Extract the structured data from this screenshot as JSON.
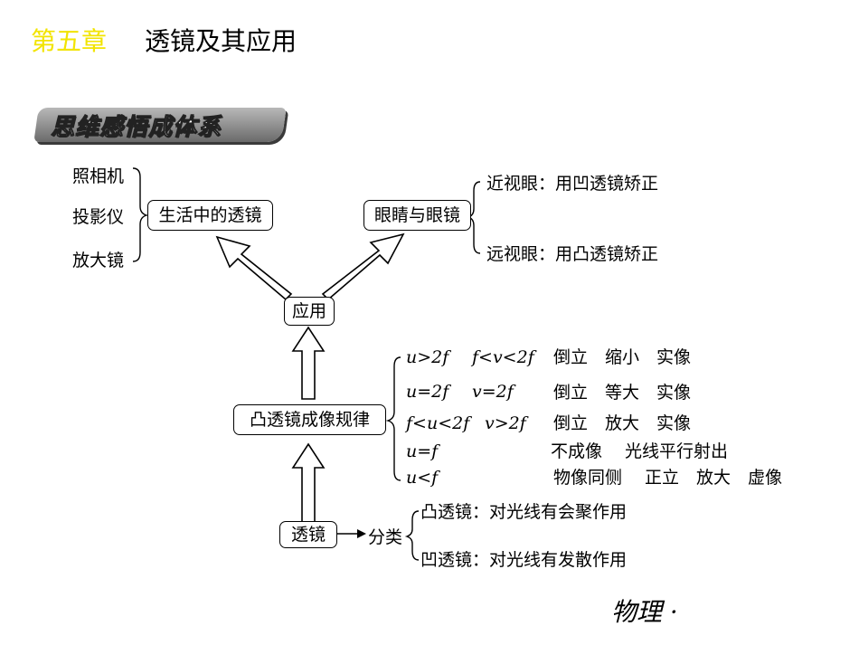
{
  "header": {
    "chapter": "第五章",
    "title": "透镜及其应用"
  },
  "banner": "思维感悟成体系",
  "left_examples": [
    "照相机",
    "投影仪",
    "放大镜"
  ],
  "boxes": {
    "life_lens": "生活中的透镜",
    "eye_glasses": "眼睛与眼镜",
    "application": "应用",
    "convex_rule": "凸透镜成像规律",
    "lens": "透镜"
  },
  "eye_items": [
    "近视眼：用凹透镜矫正",
    "远视眼：用凸透镜矫正"
  ],
  "rules": [
    {
      "cond1": "u>2f",
      "cond2": "f<v<2f",
      "result": "倒立　缩小　实像"
    },
    {
      "cond1": "u=2f",
      "cond2": "v=2f",
      "result": "倒立　等大　实像"
    },
    {
      "cond1": "f<u<2f",
      "cond2": "v>2f",
      "result": "倒立　放大　实像"
    },
    {
      "cond1": "u=f",
      "cond2": "",
      "result": "不成像　 光线平行射出"
    },
    {
      "cond1": "u<f",
      "cond2": "",
      "result": "物像同侧　 正立　放大　虚像"
    }
  ],
  "classify": {
    "label": "分类",
    "items": [
      "凸透镜：对光线有会聚作用",
      "凹透镜：对光线有发散作用"
    ]
  },
  "footer": "物理 ·"
}
